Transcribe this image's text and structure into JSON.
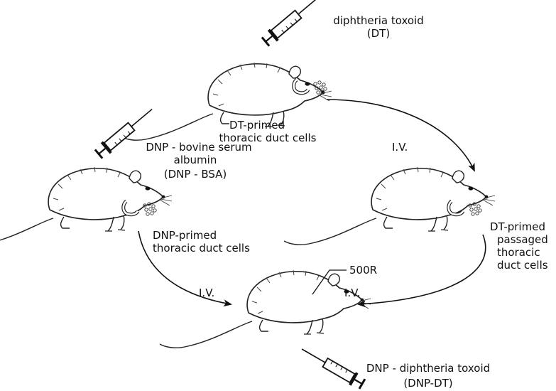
{
  "labels": {
    "dt_agent": "diphtheria toxoid",
    "dt_abbrev": "(DT)",
    "dt_primed": "DT-primed",
    "dt_primed_cells": "thoracic duct cells",
    "iv_right": "I.V.",
    "bsa_agent": "DNP - bovine serum",
    "bsa_agent_2": "albumin",
    "bsa_abbrev": "(DNP - BSA)",
    "dnp_primed": "DNP-primed",
    "dnp_primed_cells": "thoracic duct cells",
    "passaged_1": "DT-primed",
    "passaged_2": "passaged",
    "passaged_3": "thoracic",
    "passaged_4": "duct cells",
    "iv_left": "I.V.",
    "iv_bottom_right": "I.V.",
    "radiation_dose": "500R",
    "dnp_dt_agent": "DNP - diphtheria toxoid",
    "dnp_dt_abbrev": "(DNP-DT)"
  }
}
